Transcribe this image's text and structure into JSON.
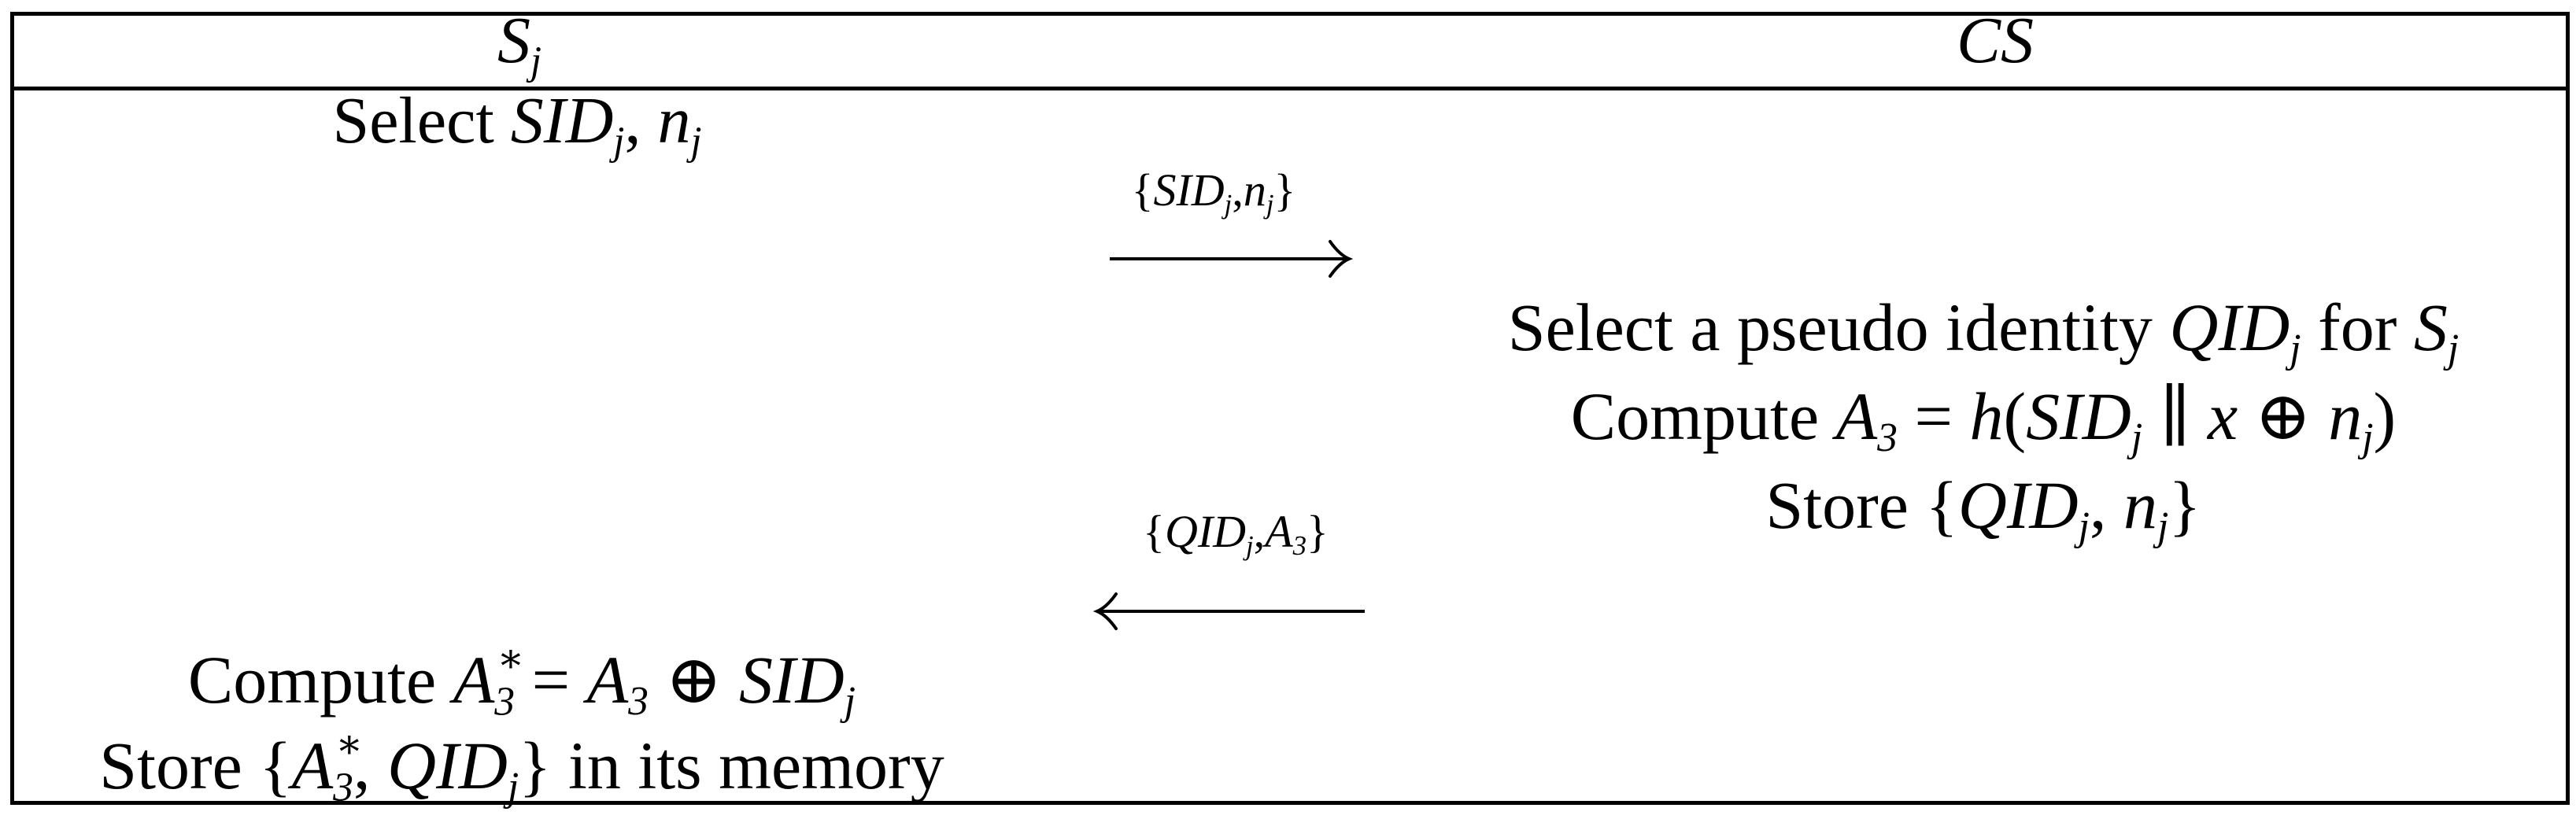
{
  "colors": {
    "ink": "#000000",
    "paper": "#ffffff"
  },
  "figure": {
    "type": "protocol-exchange-diagram",
    "parties": {
      "left": "$S$_j_",
      "right": "$CS$"
    },
    "left_column": {
      "step1": "Select $SID$_j_, $n$_j_",
      "step2_lines": [
        "Compute $A$~3|∗~ = $A$_3_ ⊕ $SID$_j_",
        "Store {$A$~3|∗~, $QID$_j_} in its memory"
      ]
    },
    "right_column": {
      "steps": [
        "Select a pseudo identity $QID$_j_ for $S$_j_",
        "Compute $A$_3_ = $h$($SID$_j_ ∥ $x$ ⊕ $n$_j_)",
        "Store {$QID$_j_, $n$_j_}"
      ]
    },
    "messages": [
      {
        "label": "{$SID$_j_,$n$_j_}",
        "direction": "right",
        "from": "S_j",
        "to": "CS"
      },
      {
        "label": "{$QID$_j_,$A$_3_}",
        "direction": "left",
        "from": "CS",
        "to": "S_j"
      }
    ]
  }
}
